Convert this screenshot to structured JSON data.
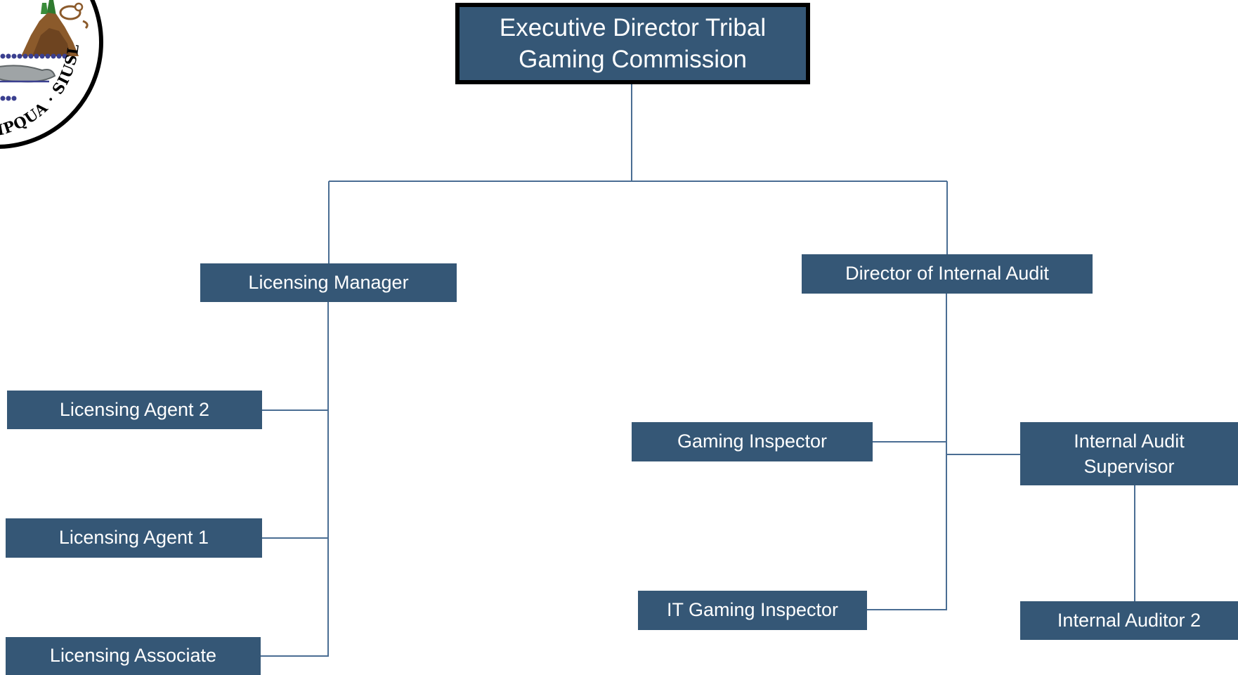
{
  "chart": {
    "nodes": {
      "executive_director": "Executive Director Tribal Gaming Commission",
      "licensing_manager": "Licensing Manager",
      "director_internal_audit": "Director of Internal Audit",
      "licensing_agent_2": "Licensing Agent 2",
      "licensing_agent_1": "Licensing Agent 1",
      "licensing_associate": "Licensing Associate",
      "gaming_inspector": "Gaming Inspector",
      "it_gaming_inspector": "IT Gaming Inspector",
      "internal_audit_supervisor": "Internal Audit Supervisor",
      "internal_auditor_2": "Internal Auditor 2"
    },
    "reporting_lines": [
      {
        "from": "executive_director",
        "to": "licensing_manager"
      },
      {
        "from": "executive_director",
        "to": "director_internal_audit"
      },
      {
        "from": "licensing_manager",
        "to": "licensing_agent_2"
      },
      {
        "from": "licensing_manager",
        "to": "licensing_agent_1"
      },
      {
        "from": "licensing_manager",
        "to": "licensing_associate"
      },
      {
        "from": "director_internal_audit",
        "to": "gaming_inspector"
      },
      {
        "from": "director_internal_audit",
        "to": "it_gaming_inspector"
      },
      {
        "from": "director_internal_audit",
        "to": "internal_audit_supervisor"
      },
      {
        "from": "internal_audit_supervisor",
        "to": "internal_auditor_2"
      }
    ]
  },
  "seal": {
    "text": "UMPQUA · SIUSLAW"
  },
  "colors": {
    "box_fill": "#355776",
    "box_text": "#ffffff",
    "connector": "#4a6d93",
    "root_border": "#000000"
  }
}
